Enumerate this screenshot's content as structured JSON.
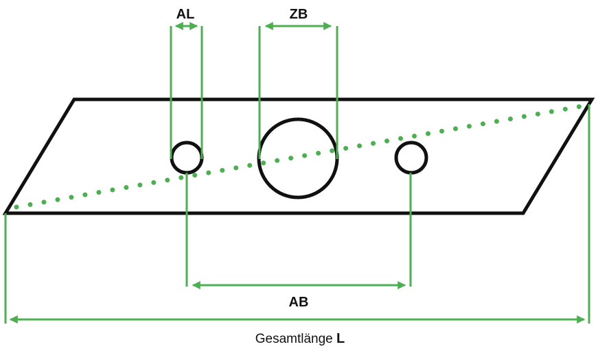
{
  "labels": {
    "al": "AL",
    "zb": "ZB",
    "ab": "AB",
    "total_prefix": "Gesamtlänge",
    "total_symbol": "L"
  },
  "colors": {
    "dimension": "#4caf50",
    "outline": "#111111"
  }
}
